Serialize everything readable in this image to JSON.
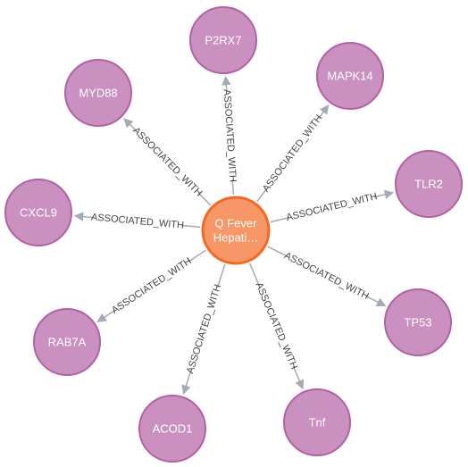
{
  "graph": {
    "center": {
      "label": "Q Fever Hepati…",
      "label_lines": [
        "Q Fever",
        "Hepati…"
      ]
    },
    "nodes": [
      {
        "label": "P2RX7"
      },
      {
        "label": "MAPK14"
      },
      {
        "label": "TLR2"
      },
      {
        "label": "TP53"
      },
      {
        "label": "Tnf"
      },
      {
        "label": "ACOD1"
      },
      {
        "label": "RAB7A"
      },
      {
        "label": "CXCL9"
      },
      {
        "label": "MYD88"
      }
    ],
    "edge_label": "ASSOCIATED_WITH"
  },
  "colors": {
    "center_fill": "#f79767",
    "center_stroke": "#f36924",
    "node_fill": "#c990c0",
    "node_stroke": "#b261a5",
    "edge": "#a5abb6",
    "edge_text": "#444444",
    "node_text": "#ffffff"
  }
}
